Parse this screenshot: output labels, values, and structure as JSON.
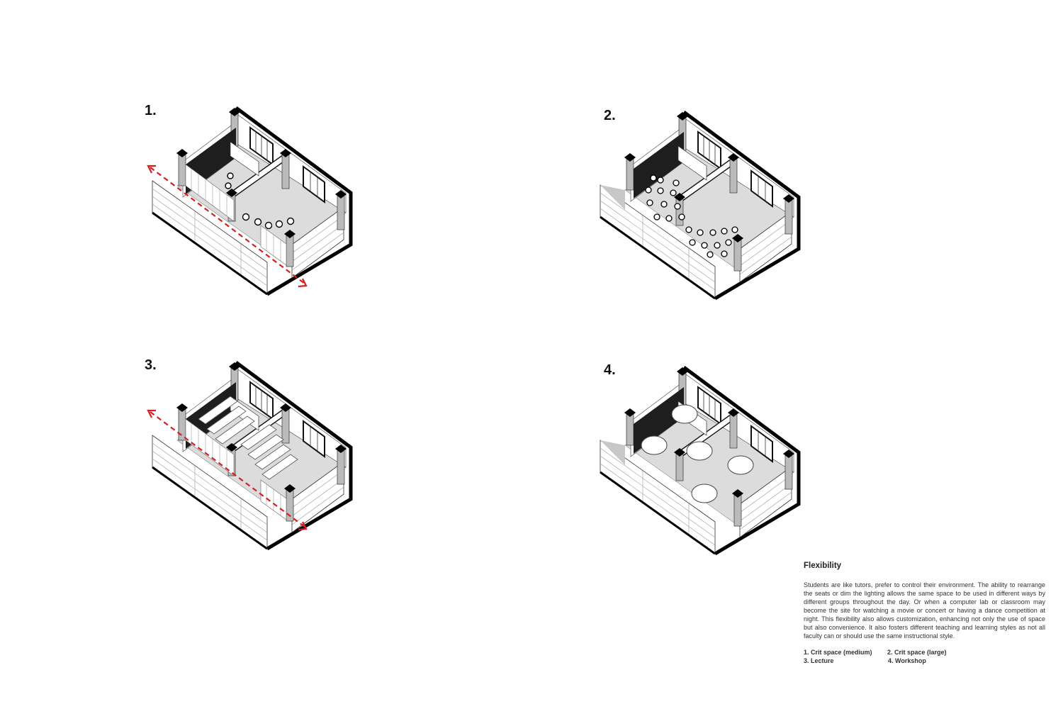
{
  "panels": [
    {
      "number": "1.",
      "name": "Crit space (medium)",
      "has_arrow": true
    },
    {
      "number": "2.",
      "name": "Crit space (large)",
      "has_arrow": false
    },
    {
      "number": "3.",
      "name": "Lecture",
      "has_arrow": true
    },
    {
      "number": "4.",
      "name": "Workshop",
      "has_arrow": false
    }
  ],
  "text": {
    "title": "Flexibility",
    "paragraph": "Students are like tutors, prefer to control their environment. The ability to rearrange the seats or dim the lighting allows the same space to be used in different ways by different groups throughout the day. Or when a computer lab or classroom may become the site for watching a movie or concert or having a dance competition at night. This flexibility also allows customization, enhancing not only the use of space but also convenience. It also fosters different teaching and learning styles as not all faculty can or should use the same instructional style.",
    "legend": [
      "1. Crit space (medium)",
      "2. Crit space (large)",
      "3. Lecture",
      "4. Workshop"
    ]
  },
  "colors": {
    "arrow": "#d42020",
    "floor": "#dcdcdc",
    "dark_wall": "#1e1e1e"
  }
}
